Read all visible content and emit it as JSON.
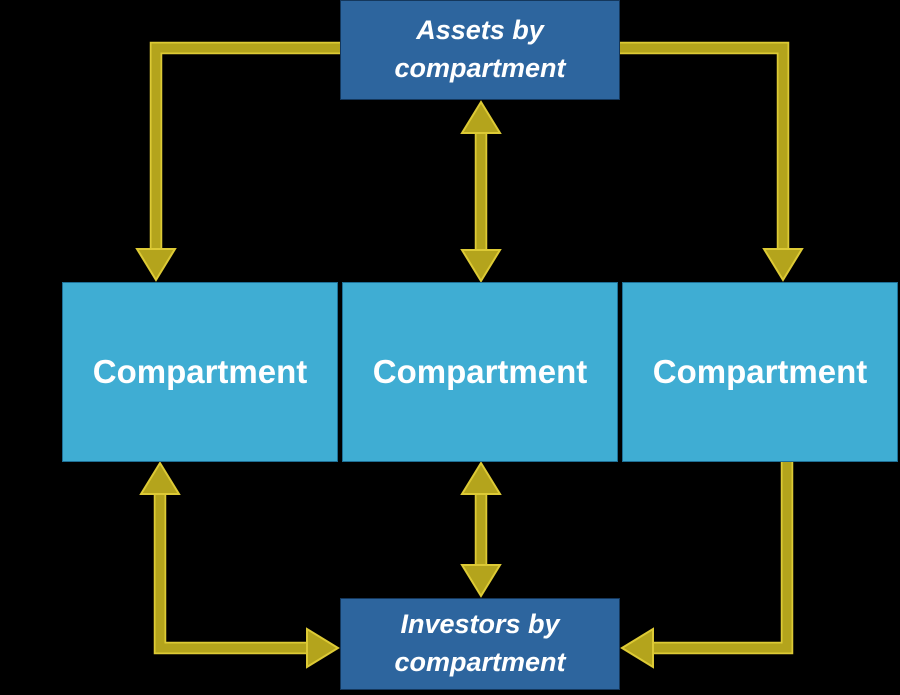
{
  "background_color": "#000000",
  "colors": {
    "dark_box_fill": "#2d659e",
    "dark_box_border": "#14375c",
    "light_box_fill": "#3fadd3",
    "light_box_border": "#1e6f96",
    "arrow_fill": "#b4a41c",
    "arrow_edge": "#ddca35",
    "label_text": "#ffffff"
  },
  "boxes": {
    "assets": {
      "label": "Assets by\ncompartment"
    },
    "investors": {
      "label": "Investors by\ncompartment"
    },
    "compartments": [
      {
        "label": "Compartment"
      },
      {
        "label": "Compartment"
      },
      {
        "label": "Compartment"
      }
    ]
  },
  "arrows": [
    {
      "name": "assets-to-left-compartment",
      "from": "Assets by compartment",
      "to": "Compartment (left)",
      "heads": "single-down"
    },
    {
      "name": "assets-middle-compartment",
      "from": "Assets by compartment",
      "to": "Compartment (middle)",
      "heads": "double"
    },
    {
      "name": "assets-to-right-compartment",
      "from": "Assets by compartment",
      "to": "Compartment (right)",
      "heads": "single-down"
    },
    {
      "name": "left-compartment-investors",
      "from": "Compartment (left)",
      "to": "Investors by compartment",
      "heads": "double"
    },
    {
      "name": "middle-compartment-investors",
      "from": "Compartment (middle)",
      "to": "Investors by compartment",
      "heads": "double"
    },
    {
      "name": "right-compartment-to-investors",
      "from": "Compartment (right)",
      "to": "Investors by compartment",
      "heads": "single-left"
    }
  ]
}
